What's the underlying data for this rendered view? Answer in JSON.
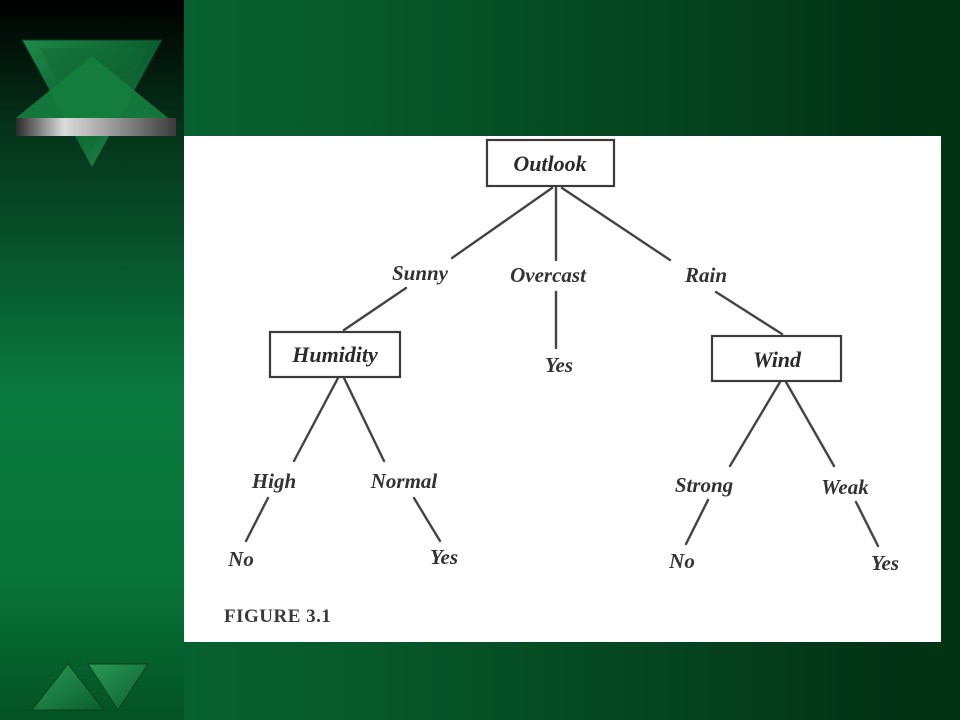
{
  "slide": {
    "accent_color": "#0a7a40",
    "background_color": "#04401d",
    "decoration_icons": [
      "triangle-down-marble-icon",
      "triangle-up-marble-icon"
    ]
  },
  "figure": {
    "caption_title": "FIGURE 3.1",
    "caption_text": "",
    "nodes": {
      "root": "Outlook",
      "humidity": "Humidity",
      "wind": "Wind"
    },
    "edges": {
      "sunny": "Sunny",
      "overcast": "Overcast",
      "rain": "Rain",
      "high": "High",
      "normal": "Normal",
      "strong": "Strong",
      "weak": "Weak"
    },
    "leaves": {
      "overcast_yes": "Yes",
      "high_no": "No",
      "normal_yes": "Yes",
      "strong_no": "No",
      "weak_yes": "Yes"
    }
  }
}
